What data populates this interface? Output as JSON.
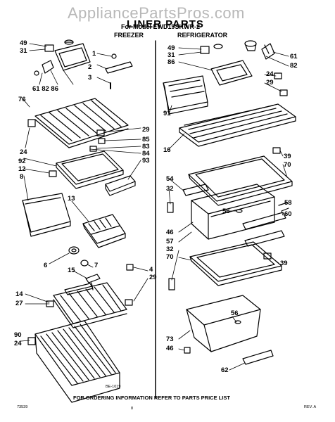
{
  "watermark": "AppliancePartsPros.com",
  "header": {
    "title": "LINER PARTS",
    "model": "For Model EWD19SKWR-2"
  },
  "sections": {
    "freezer": "FREEZER",
    "refrigerator": "REFRIGERATOR"
  },
  "callouts": {
    "f49": "49",
    "f31": "31",
    "f1": "1",
    "f2": "2",
    "f3": "3",
    "f61_82_86": "61 82 86",
    "f76": "76",
    "f29a": "29",
    "f85": "85",
    "f83": "83",
    "f84": "84",
    "f93": "93",
    "f24": "24",
    "f92": "92",
    "f12": "12",
    "f8": "8",
    "f13": "13",
    "f6": "6",
    "f7": "7",
    "f15": "15",
    "f4": "4",
    "f29b": "29",
    "f14": "14",
    "f27": "27",
    "f90": "90",
    "f24b": "24",
    "r49": "49",
    "r31": "31",
    "r86": "86",
    "r61": "61",
    "r82": "82",
    "r24": "24",
    "r29": "29",
    "r91": "91",
    "r16": "16",
    "r39a": "39",
    "r70a": "70",
    "r54": "54",
    "r32a": "32",
    "r56a": "56",
    "r58": "58",
    "r60": "60",
    "r46a": "46",
    "r57": "57",
    "r32b": "32",
    "r70b": "70",
    "r39b": "39",
    "r56b": "56",
    "r73": "73",
    "r46b": "46",
    "r62": "62"
  },
  "footer": {
    "instruction": "FOR ORDERING INFORMATION REFER TO PARTS PRICE LIST",
    "code_left": "73539",
    "page_num": "8",
    "rev": "REV. A",
    "drawing_code": "BE-1019"
  }
}
